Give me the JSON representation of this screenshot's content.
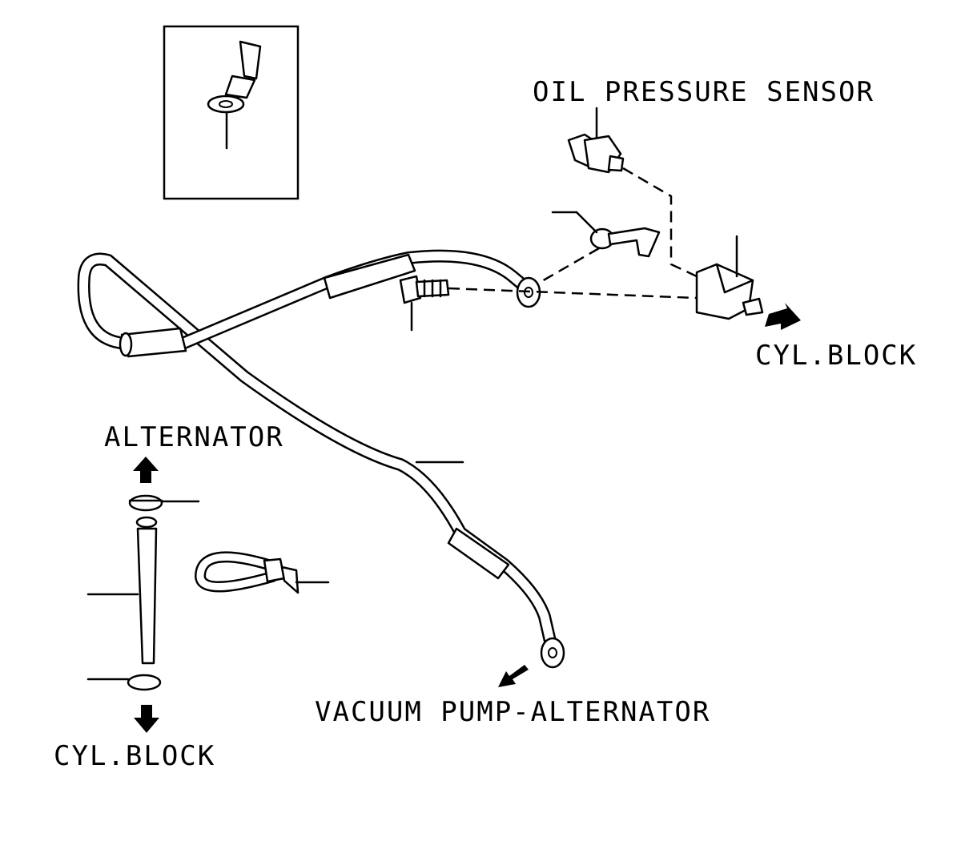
{
  "labels": {
    "oil_pressure_sensor": "OIL PRESSURE SENSOR",
    "cyl_block_right": "CYL.BLOCK",
    "alternator": "ALTERNATOR",
    "vacuum_pump_alternator": "VACUUM PUMP-ALTERNATOR",
    "cyl_block_bottom": "CYL.BLOCK"
  },
  "colors": {
    "line": "#000000",
    "background": "#ffffff"
  }
}
